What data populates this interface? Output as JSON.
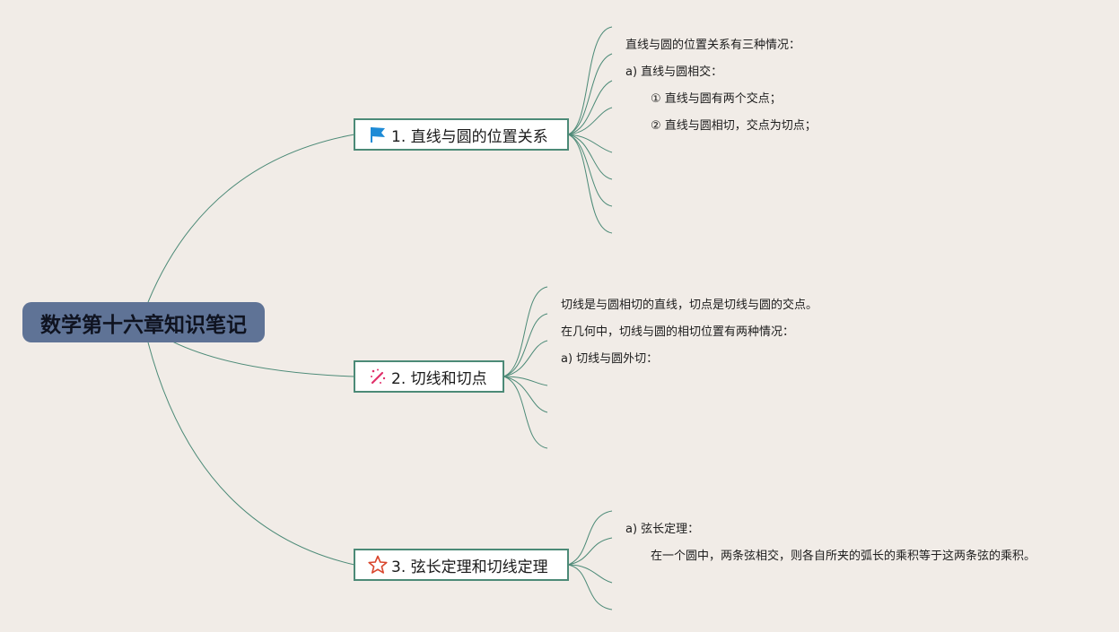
{
  "root": {
    "title": "数学第十六章知识笔记"
  },
  "topics": [
    {
      "label": "1. 直线与圆的位置关系",
      "icon": "flag-icon",
      "notes": [
        "直线与圆的位置关系有三种情况：",
        "a) 直线与圆相交：",
        "① 直线与圆有两个交点；",
        "② 直线与圆相切，交点为切点；"
      ]
    },
    {
      "label": "2. 切线和切点",
      "icon": "magic-wand-icon",
      "notes": [
        "切线是与圆相切的直线，切点是切线与圆的交点。",
        "在几何中，切线与圆的相切位置有两种情况：",
        "a) 切线与圆外切："
      ]
    },
    {
      "label": "3. 弦长定理和切线定理",
      "icon": "star-icon",
      "notes": [
        "a) 弦长定理：",
        "在一个圆中，两条弦相交，则各自所夹的弧长的乘积等于这两条弦的乘积。"
      ]
    }
  ],
  "colors": {
    "background": "#f1ece7",
    "root_fill": "#5f7396",
    "branch_line": "#4c8a77",
    "flag": "#1e8bd6",
    "wand": "#e0306a",
    "star": "#d9452c"
  }
}
